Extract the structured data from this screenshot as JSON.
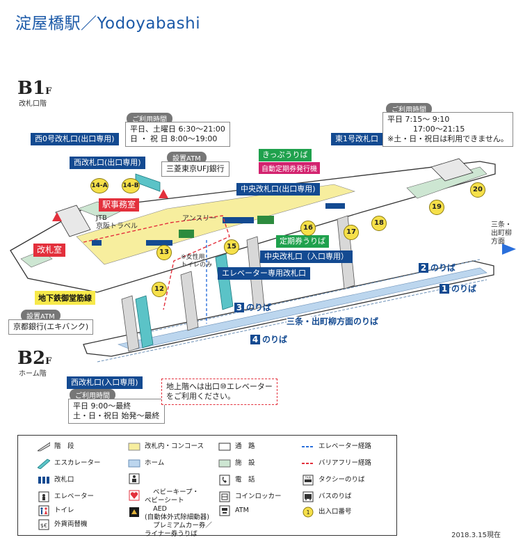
{
  "title": "淀屋橋駅／Yodoyabashi",
  "floors": {
    "b1": {
      "big": "B1",
      "sml": "F",
      "sub": "改札口階"
    },
    "b2": {
      "big": "B2",
      "sml": "F",
      "sub": "ホーム階"
    }
  },
  "hours": {
    "tag": "ご利用時間",
    "left_top": {
      "line1": "平日、土曜日  6:30〜21:00",
      "line2": "日 ・ 祝 日  8:00〜19:00"
    },
    "right_top": {
      "line1": "平日   7:15〜  9:10",
      "line2": "17:00〜21:15",
      "line3": "※土・日・祝日は利用できません。"
    },
    "bottom_left": {
      "line1": "平日       9:00〜最終",
      "line2": "土・日・祝日  始発〜最終"
    }
  },
  "atm": {
    "top_tag": "設置ATM",
    "top_name": "三菱東京UFJ銀行",
    "left_tag": "設置ATM",
    "left_name": "京都銀行(エキバンク)"
  },
  "labels": {
    "west0_gate": "西0号改札口(出口専用)",
    "west_gate_exit": "西改札口(出口専用)",
    "east1_gate": "東1号改札口",
    "central_gate_exit": "中央改札口(出口専用)",
    "central_gate_entry": "中央改札口（入口専用）",
    "elevator_gate": "エレベーター専用改札口",
    "west_gate_entry": "西改札口(入口専用)",
    "ticket_sales": "きっぷうりば",
    "pass_machine": "自動定期券発行機",
    "pass_sales": "定期券うりば",
    "station_office": "駅事務室",
    "gate_room": "改札室",
    "subway": "地下鉄御堂筋線",
    "jtb": "JTB\n京阪トラベル",
    "ansuri": "アンスリー",
    "women_toilet": "※女性用\nトイレのみ",
    "sanjo_direction": "三条・\n出町柳\n方面",
    "sanjo_platform": "三条・出町柳方面のりば"
  },
  "platforms": [
    {
      "num": "1",
      "text": "のりば"
    },
    {
      "num": "2",
      "text": "のりば"
    },
    {
      "num": "3",
      "text": "のりば"
    },
    {
      "num": "4",
      "text": "のりば"
    }
  ],
  "exits": [
    "14-A",
    "14-B",
    "13",
    "12",
    "15",
    "16",
    "17",
    "18",
    "19",
    "20"
  ],
  "note": {
    "line1": "地上階へは出口⑩エレベーター",
    "line2": "をご利用ください。"
  },
  "legend": [
    {
      "icon": "stairs-icon",
      "text": "階　段"
    },
    {
      "icon": "escalator-icon",
      "text": "エスカレーター"
    },
    {
      "icon": "ticket-gate-icon",
      "text": "改札口"
    },
    {
      "icon": "elevator-icon",
      "text": "エレベーター"
    },
    {
      "icon": "toilet-icon",
      "text": "トイレ"
    },
    {
      "icon": "currency-exchange-icon",
      "text": "外貨両替機"
    },
    {
      "icon": "concourse-swatch",
      "text": "改札内・コンコース"
    },
    {
      "icon": "platform-swatch",
      "text": "ホーム"
    },
    {
      "icon": "baby-icon",
      "text": "ベビーキープ・\nベビーシート"
    },
    {
      "icon": "aed-icon",
      "text": "AED\n(自動体外式除細動器)"
    },
    {
      "icon": "premium-car-icon",
      "text": "プレミアムカー券／\nライナー券うりば"
    },
    {
      "icon": "passage-swatch",
      "text": "通　路"
    },
    {
      "icon": "facility-swatch",
      "text": "施　設"
    },
    {
      "icon": "phone-icon",
      "text": "電　話"
    },
    {
      "icon": "coin-locker-icon",
      "text": "コインロッカー"
    },
    {
      "icon": "atm-icon",
      "text": "ATM"
    },
    {
      "icon": "elevator-route-line",
      "text": "エレベーター経路"
    },
    {
      "icon": "barrier-free-line",
      "text": "バリアフリー経路"
    },
    {
      "icon": "taxi-icon",
      "text": "タクシーのりば"
    },
    {
      "icon": "bus-icon",
      "text": "バスのりば"
    },
    {
      "icon": "exit-number-icon",
      "text": "出入口番号"
    }
  ],
  "footer": "2018.3.15現在",
  "colors": {
    "navy": "#134a91",
    "green": "#1fa14d",
    "red": "#e3303c",
    "concourse": "#f7ee9e",
    "platform": "#bcd6ee",
    "facility": "#cde6d2"
  }
}
